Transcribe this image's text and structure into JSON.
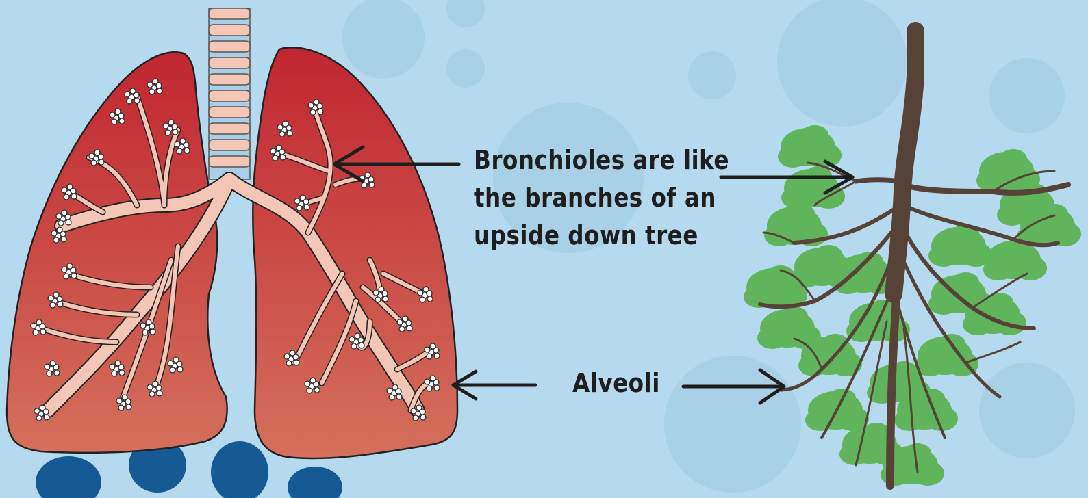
{
  "labels": {
    "bronchioles": [
      "Bronchioles are like",
      "the branches of an",
      "upside down tree"
    ],
    "alveoli": "Alveoli"
  },
  "colors": {
    "background": "#b5d9ee",
    "lung_top": "#c12630",
    "lung_bottom": "#d4705c",
    "airway": "#f3c6b6",
    "trunk": "#574237",
    "foliage": "#5fb45c",
    "arrow": "#1e1e1e",
    "blobs": "#155a94"
  },
  "icons": [
    "lungs-illustration",
    "upside-down-tree-illustration",
    "arrow-left-icon",
    "arrow-right-icon"
  ]
}
